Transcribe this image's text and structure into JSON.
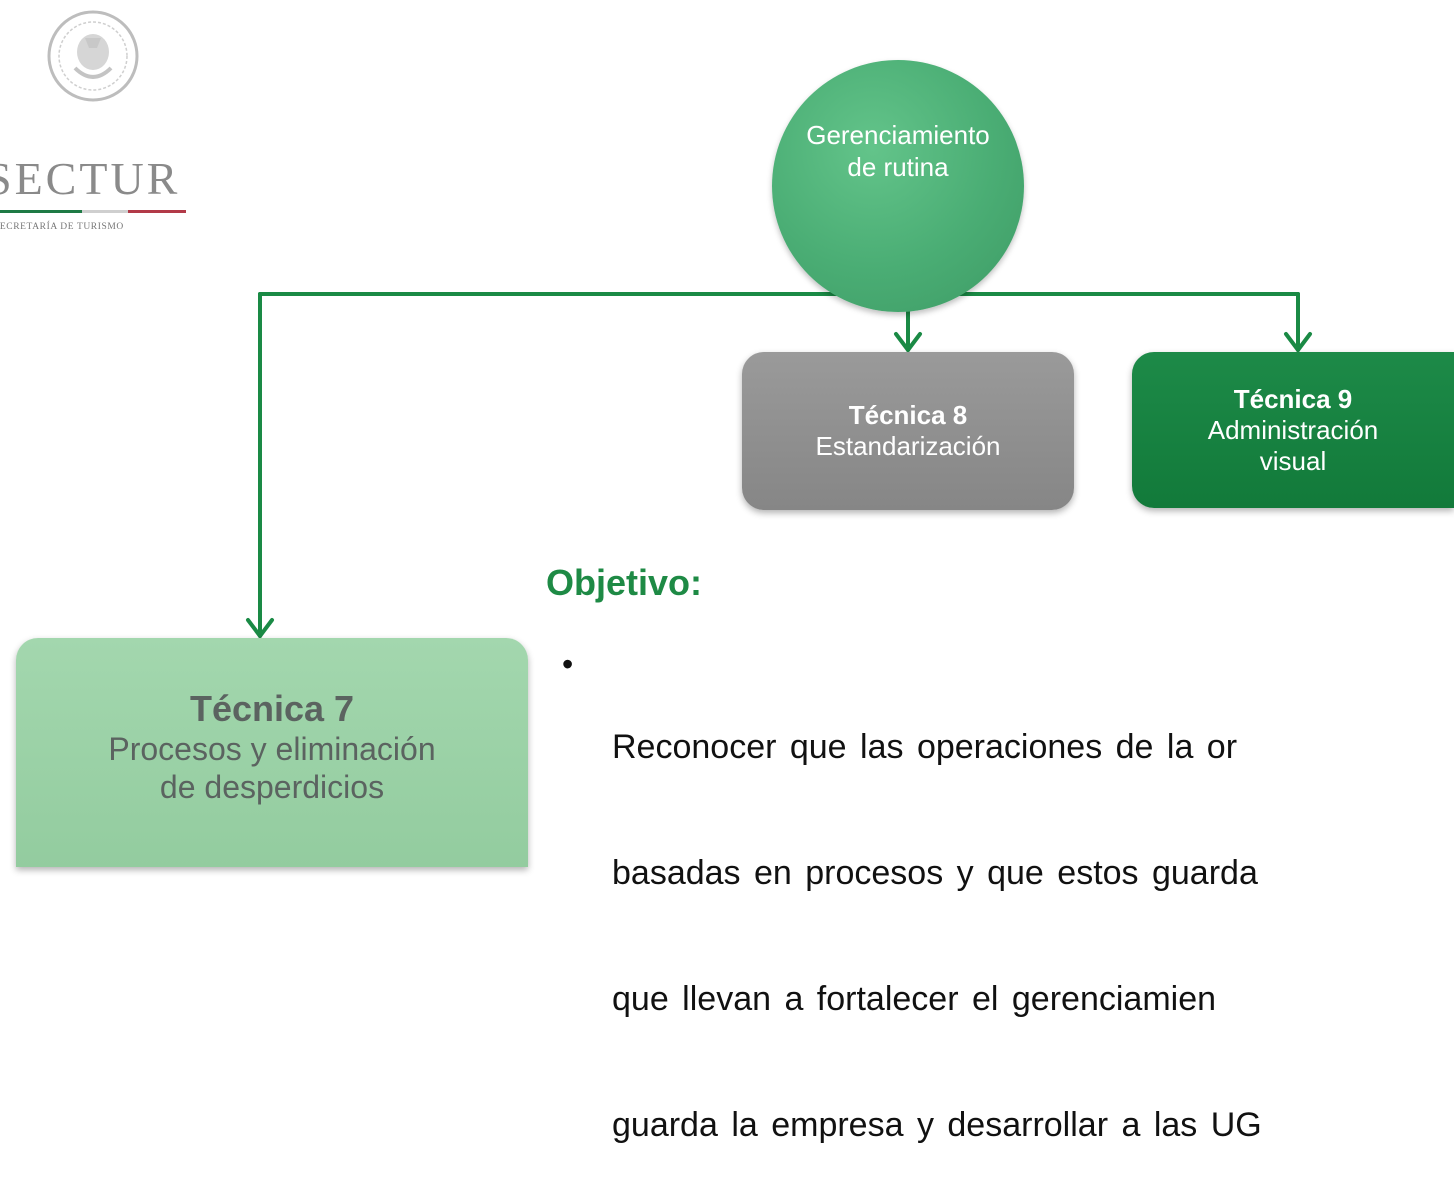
{
  "logo": {
    "name": "SECTUR",
    "subtitle": "SECRETARÍA DE TURISMO",
    "colors": {
      "green": "#1e7a45",
      "gray": "#bfbfbf",
      "red": "#b23a48"
    }
  },
  "diagram": {
    "root": {
      "lines": [
        "Gerenciamiento",
        "de rutina"
      ]
    },
    "tecnica8": {
      "title": "Técnica 8",
      "lines": [
        "Estandarización"
      ]
    },
    "tecnica9": {
      "title": "Técnica 9",
      "lines": [
        "Administración",
        "visual"
      ]
    },
    "tecnica7": {
      "title": "Técnica 7",
      "lines": [
        "Procesos y eliminación",
        "de desperdicios"
      ]
    },
    "connector_color": "#1a8a45"
  },
  "objective": {
    "title": "Objetivo:",
    "bullet": "•",
    "lines": [
      "Reconocer que las operaciones de la or",
      "basadas en procesos y que estos guarda",
      "que llevan a fortalecer el gerenciamien",
      "guarda la empresa y desarrollar a las UG"
    ]
  }
}
